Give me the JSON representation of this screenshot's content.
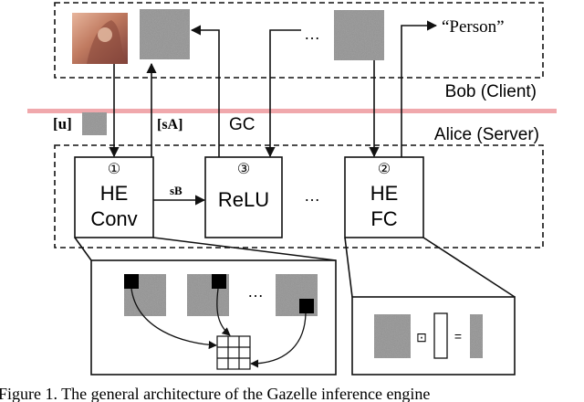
{
  "bob": {
    "label": "Bob (Client)",
    "output_label": "“Person”",
    "dots": "…"
  },
  "alice": {
    "label": "Alice (Server)"
  },
  "channel": {
    "u_label": "[u]",
    "sa_label": "[sA]",
    "gc_label": "GC",
    "sb_label": "sB"
  },
  "blocks": {
    "conv": {
      "number": "①",
      "line1": "HE",
      "line2": "Conv"
    },
    "relu": {
      "number": "③",
      "line1": "ReLU"
    },
    "dots": "…",
    "fc": {
      "number": "②",
      "line1": "HE",
      "line2": "FC"
    }
  },
  "conv_detail": {
    "dots": "…"
  },
  "fc_detail": {
    "odot": "⊡",
    "equals": "="
  },
  "caption": "Figure 1. The general architecture of the Gazelle inference engine",
  "colors": {
    "separator": "#f0a8ac",
    "noise": "#8c8c8c",
    "image_tint": "#c4826a"
  }
}
